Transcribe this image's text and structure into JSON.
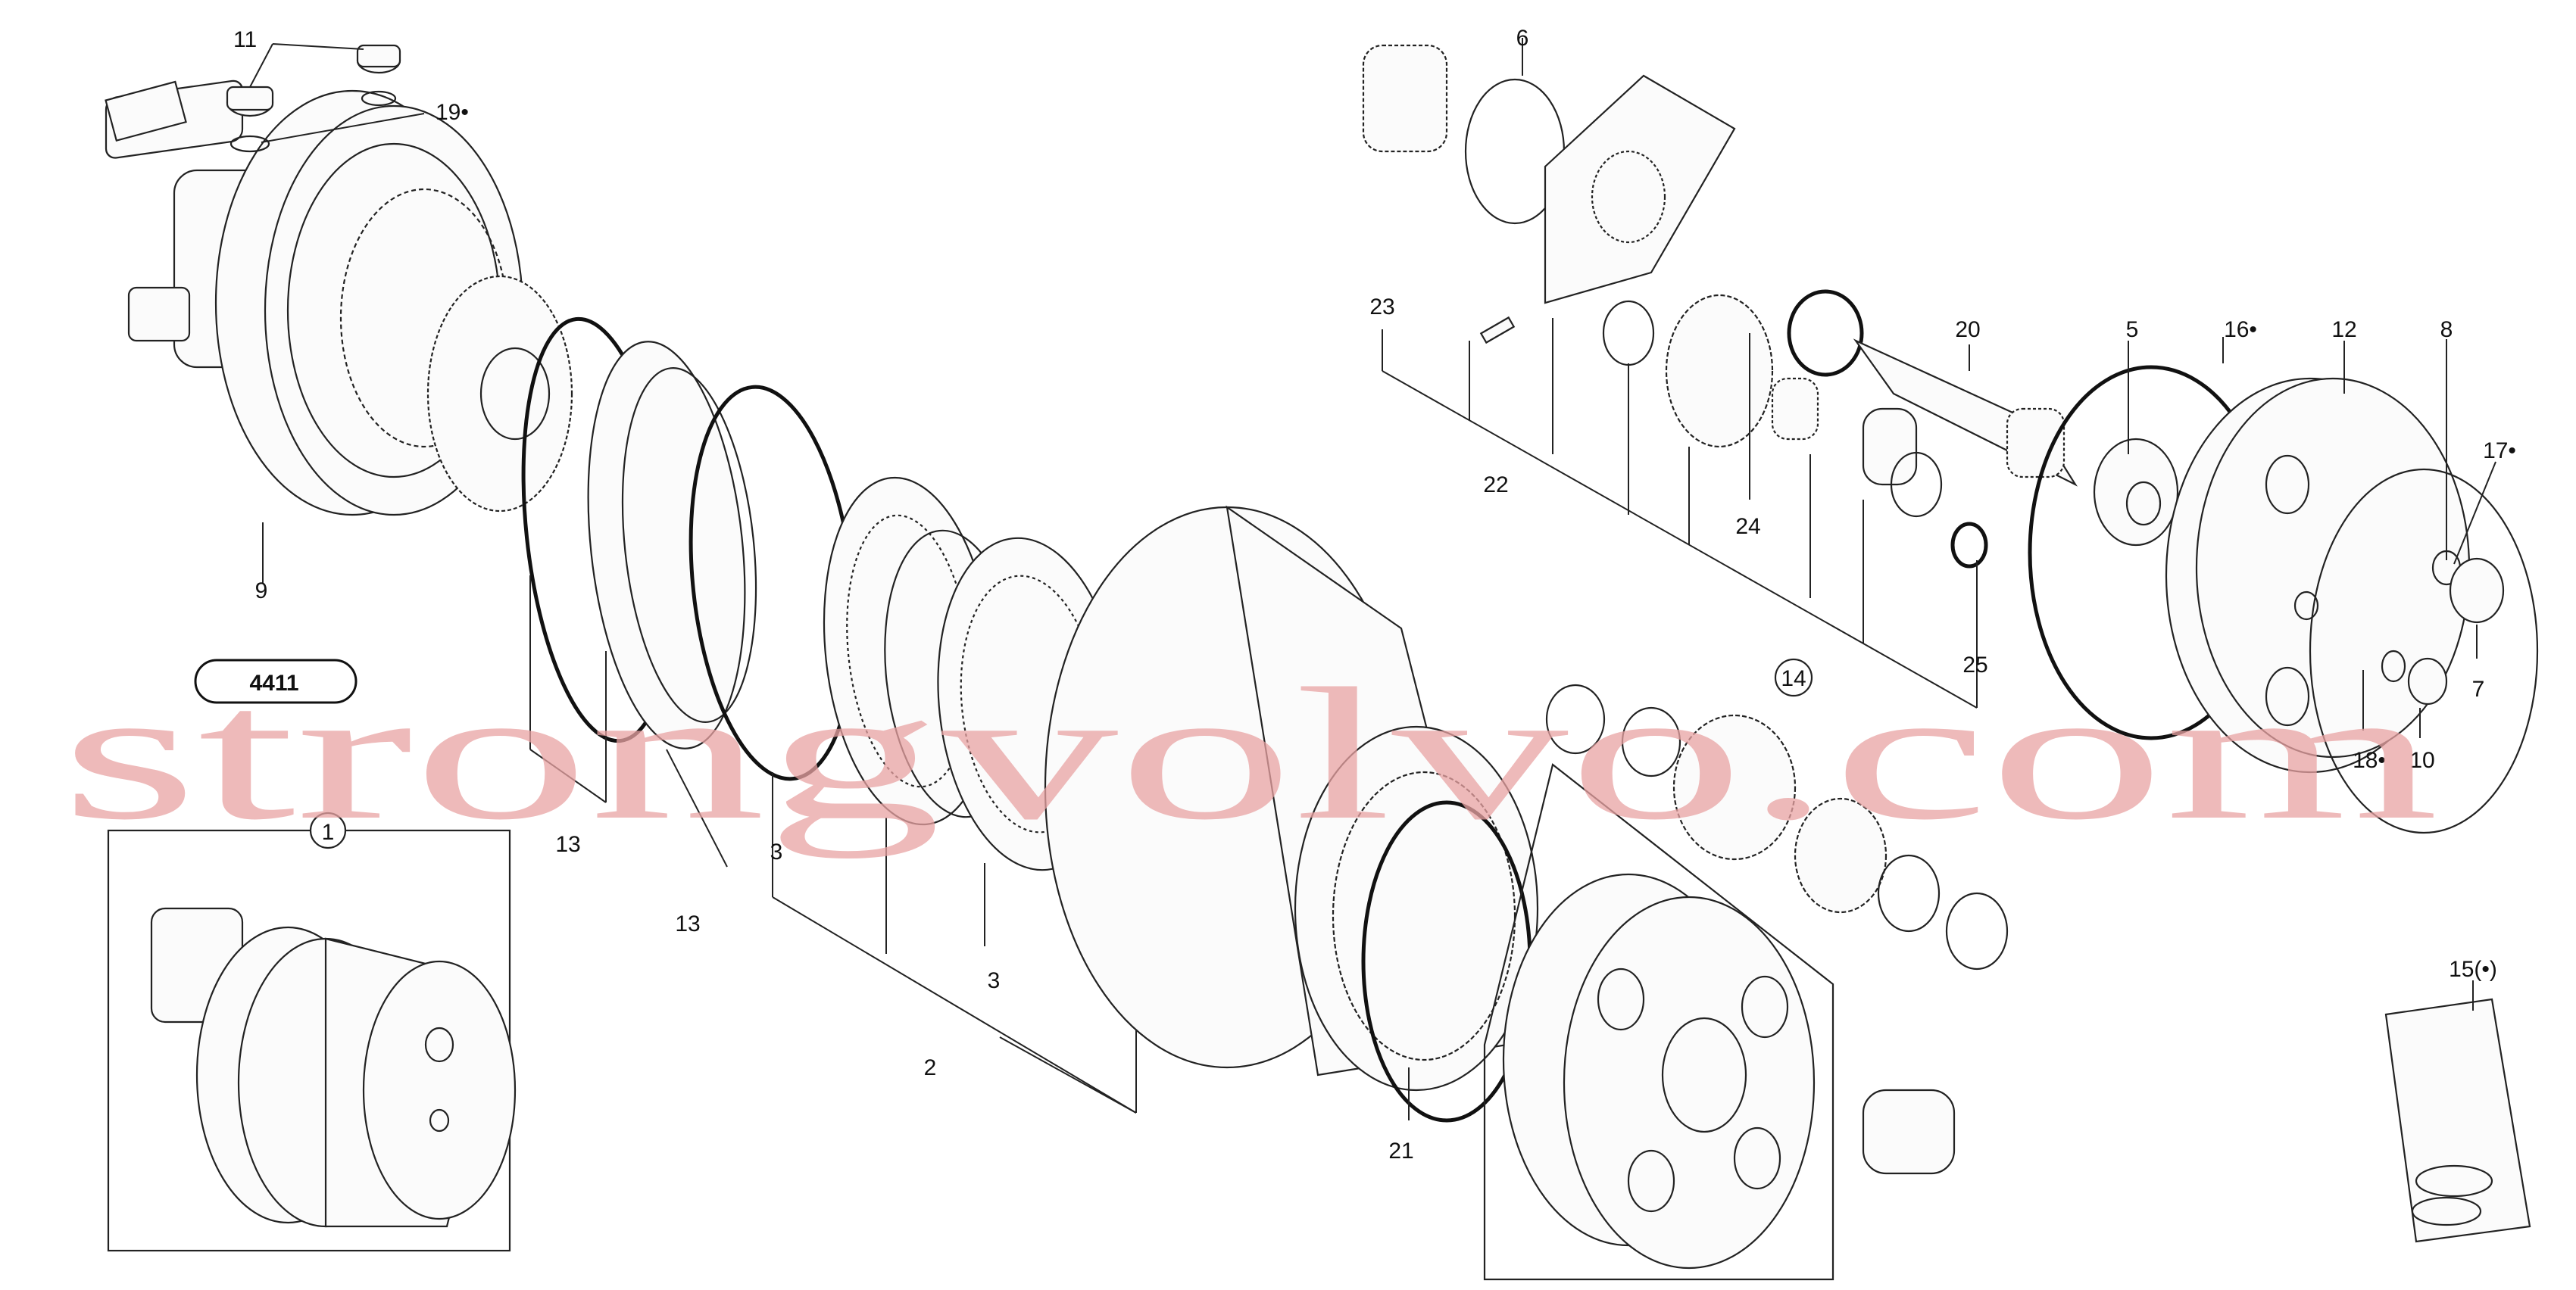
{
  "diagram": {
    "group_code": "4411",
    "inset_number": "1",
    "callouts": {
      "c2": "2",
      "c3a": "3",
      "c3b": "3",
      "c5": "5",
      "c6": "6",
      "c7": "7",
      "c8": "8",
      "c9": "9",
      "c10": "10",
      "c11": "11",
      "c12": "12",
      "c13a": "13",
      "c13b": "13",
      "c14": "14",
      "c15": "15(•)",
      "c16": "16•",
      "c17": "17•",
      "c18": "18•",
      "c19": "19•",
      "c20": "20",
      "c21": "21",
      "c22": "22",
      "c23": "23",
      "c24": "24",
      "c25": "25"
    }
  },
  "watermark": "strongvolvo.com"
}
